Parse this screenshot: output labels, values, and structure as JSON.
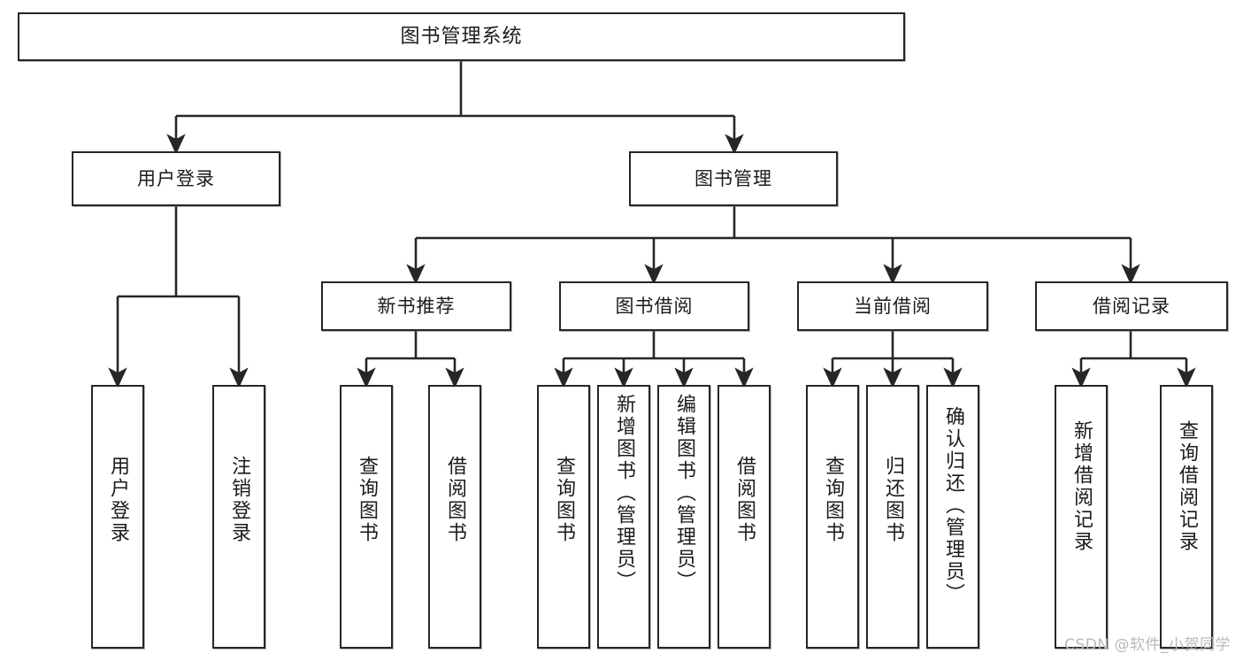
{
  "diagram": {
    "type": "tree-hierarchy",
    "title": "图书管理系统",
    "watermark": "CSDN @软件_小贺同学",
    "colors": {
      "box_border": "#262626",
      "box_fill": "#ffffff",
      "edge": "#262626",
      "text": "#1b1b1b",
      "watermark": "#b9b9b9"
    },
    "nodes": {
      "root": {
        "label": "图书管理系统"
      },
      "level2": [
        {
          "id": "login",
          "label": "用户登录"
        },
        {
          "id": "bookmgmt",
          "label": "图书管理"
        }
      ],
      "level3": [
        {
          "id": "newbook",
          "label": "新书推荐"
        },
        {
          "id": "borrow",
          "label": "图书借阅"
        },
        {
          "id": "current",
          "label": "当前借阅"
        },
        {
          "id": "records",
          "label": "借阅记录"
        }
      ],
      "leaves": {
        "login": [
          {
            "id": "login-user",
            "label": "用户登录"
          },
          {
            "id": "login-logout",
            "label": "注销登录"
          }
        ],
        "newbook": [
          {
            "id": "nb-query",
            "label": "查询图书"
          },
          {
            "id": "nb-borrow",
            "label": "借阅图书"
          }
        ],
        "borrow": [
          {
            "id": "bo-query",
            "label": "查询图书"
          },
          {
            "id": "bo-add",
            "label": "新增图书（管理员）"
          },
          {
            "id": "bo-edit",
            "label": "编辑图书（管理员）"
          },
          {
            "id": "bo-borrow",
            "label": "借阅图书"
          }
        ],
        "current": [
          {
            "id": "cu-query",
            "label": "查询图书"
          },
          {
            "id": "cu-return",
            "label": "归还图书"
          },
          {
            "id": "cu-confirm",
            "label": "确认归还（管理员）"
          }
        ],
        "records": [
          {
            "id": "re-add",
            "label": "新增借阅记录"
          },
          {
            "id": "re-query",
            "label": "查询借阅记录"
          }
        ]
      }
    }
  }
}
